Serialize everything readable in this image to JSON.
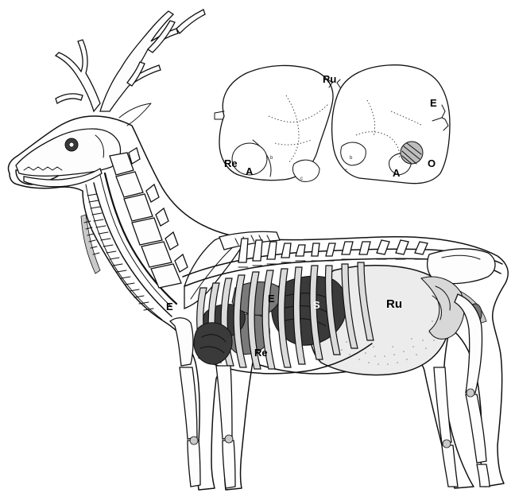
{
  "labels": {
    "inset_ru": "Ru",
    "inset_e": "E",
    "inset_re": "Re",
    "inset_a_left": "A",
    "inset_a_right": "A",
    "inset_o": "O",
    "body_e_neck": "E",
    "body_e_chest": "E",
    "body_s": "S",
    "body_ru": "Ru",
    "body_re": "Re"
  },
  "inset_small_letters": [
    "b",
    "c",
    "b",
    "c"
  ]
}
